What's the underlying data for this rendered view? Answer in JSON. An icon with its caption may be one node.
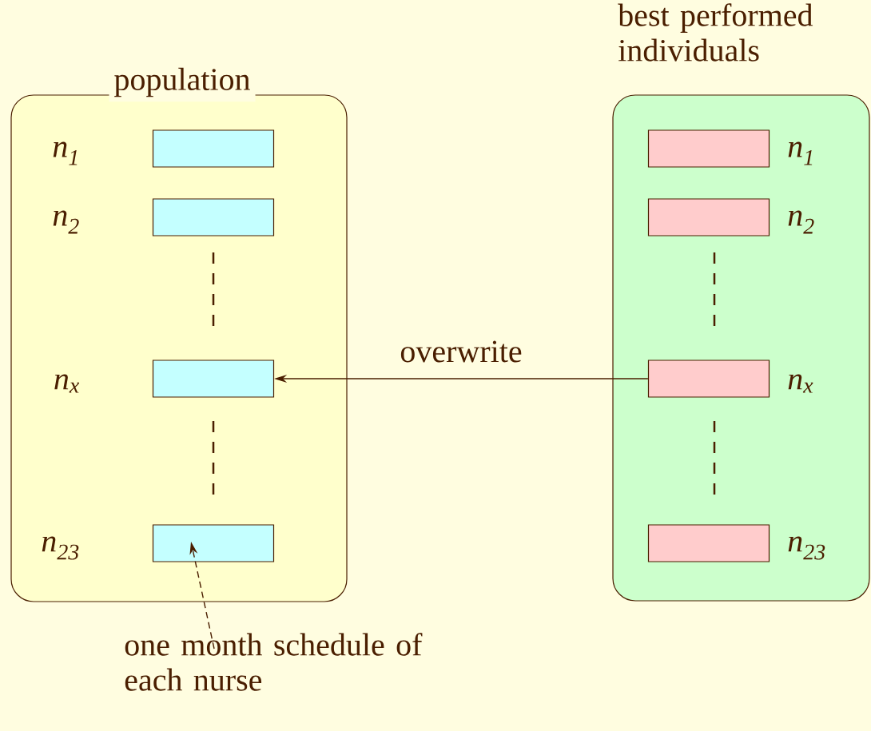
{
  "diagram": {
    "nodes": [
      {
        "text": [
          "population"
        ]
      },
      {
        "text": [],
        "shape": "box",
        "in": 0,
        "beside": [
          "n$_{1}$"
        ]
      },
      {
        "text": [],
        "shape": "box",
        "in": 0,
        "beside": [
          "n$_{2}$"
        ]
      },
      {
        "text": [],
        "shape": "box",
        "in": 0,
        "beside": [
          "n$_{x}$"
        ]
      },
      {
        "text": [],
        "shape": "box",
        "in": 0,
        "beside": [
          "n$_{23}$"
        ]
      },
      {
        "text": [
          "best performed individuals"
        ]
      },
      {
        "text": [],
        "shape": "box",
        "in": 5,
        "beside": [
          "n$_{1}$"
        ]
      },
      {
        "text": [],
        "shape": "box",
        "in": 5,
        "beside": [
          "n$_{2}$"
        ]
      },
      {
        "text": [],
        "shape": "box",
        "in": 5,
        "beside": [
          "n$_{x}$"
        ]
      },
      {
        "text": [],
        "shape": "box",
        "in": 5,
        "beside": [
          "n$_{23}$"
        ]
      },
      {
        "text": [
          "one month schedule of each nurse"
        ]
      }
    ],
    "edges": [
      {
        "from": 8,
        "to": 3,
        "arrow": "to",
        "label": "overwrite"
      },
      {
        "from": 10,
        "to": 4,
        "arrow": "to",
        "style": "dashed"
      }
    ]
  }
}
